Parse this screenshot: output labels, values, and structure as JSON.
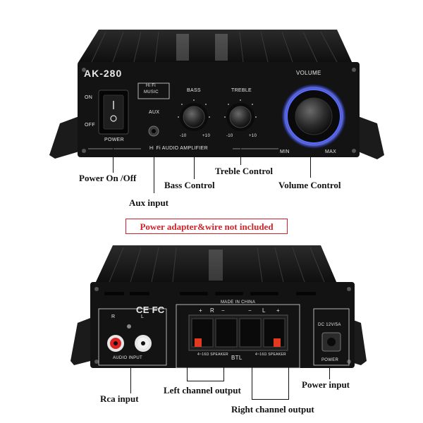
{
  "front": {
    "model": "AK-280",
    "hifi_badge_line1": "Hi Fi",
    "hifi_badge_line2": "MUSIC",
    "on_label": "ON",
    "off_label": "OFF",
    "power_label": "POWER",
    "aux_label": "AUX",
    "bass_label": "BASS",
    "treble_label": "TREBLE",
    "volume_label": "VOLUME",
    "min_label": "MIN",
    "max_label": "MAX",
    "minus10": "-10",
    "plus10": "+10",
    "subtitle": "Hi Fi AUDIO AMPLIFIER"
  },
  "callouts": {
    "power": "Power On /Off",
    "bass": "Bass Control",
    "treble": "Treble Control",
    "volume": "Volume Control",
    "aux": "Aux input",
    "notice": "Power adapter&wire not included",
    "rca": "Rca input",
    "left_out": "Left channel output",
    "right_out": "Right channel output",
    "power_in": "Power input"
  },
  "back": {
    "ce_fcc": "CE FC",
    "made_in": "MADE IN CHINA",
    "r_label": "R",
    "l_label": "L",
    "plus": "+",
    "minus": "−",
    "audio_input": "AUDIO INPUT",
    "btl": "BTL",
    "speaker_spec": "4~16Ω SPEAKER",
    "dc_label": "DC 12V/5A",
    "power_label": "POWER"
  },
  "colors": {
    "chassis": "#141414",
    "fin": "#222222",
    "knob_ring_glow": "#5a6cff",
    "notice_red": "#d3232a",
    "terminal_red": "#e23a1f"
  }
}
